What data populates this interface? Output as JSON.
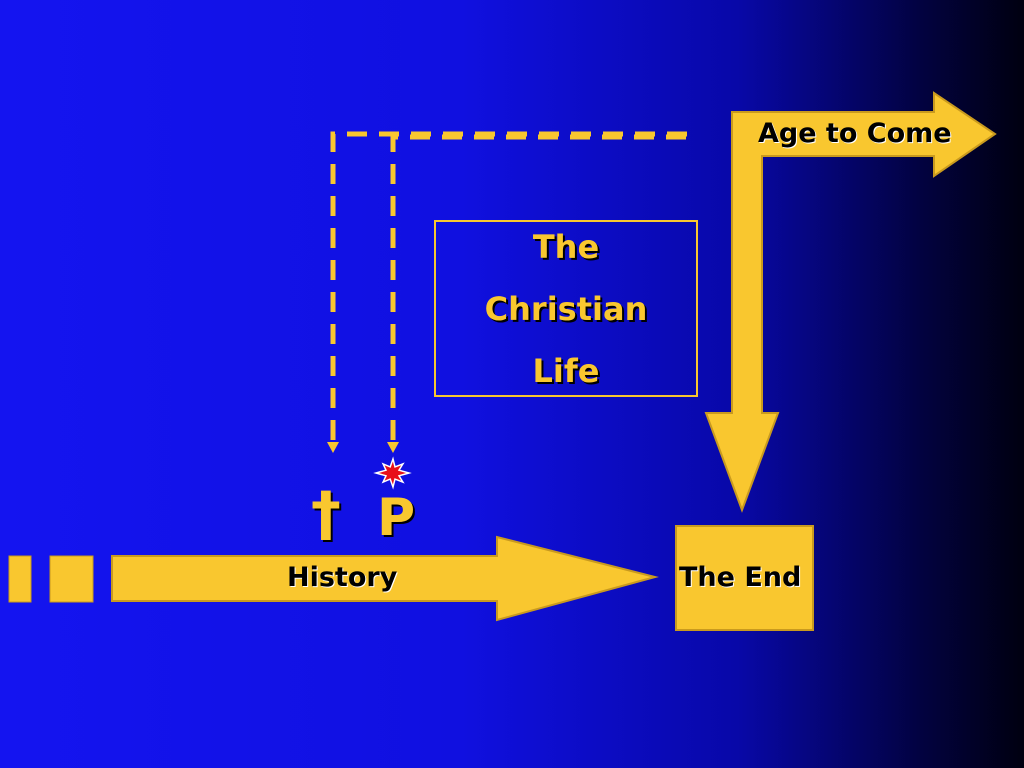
{
  "colors": {
    "arrow_gold": "#f9c72f",
    "arrow_shade": "#c99a1e",
    "background_start": "#1414f0",
    "background_end": "#000010",
    "burst_red": "#e8101a"
  },
  "labels": {
    "history": "History",
    "the_end": "The End",
    "age_to_come": "Age to Come",
    "cross_symbol": "†",
    "p_symbol": "P"
  },
  "christian_life_box": {
    "lines": [
      "The",
      "Christian",
      "Life"
    ]
  }
}
